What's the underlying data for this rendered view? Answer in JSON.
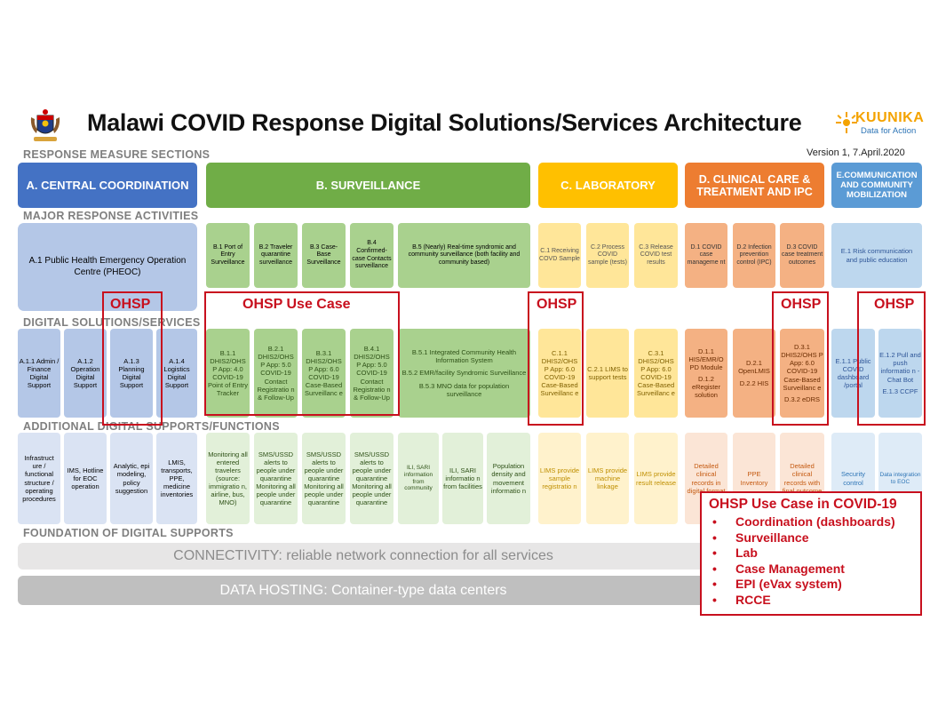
{
  "title": "Malawi COVID Response Digital Solutions/Services Architecture",
  "version": "Version 1, 7.April.2020",
  "logo": {
    "name": "KUUNIKA",
    "tagline": "Data for Action"
  },
  "sections": {
    "response": "RESPONSE MEASURE SECTIONS",
    "activities": "MAJOR RESPONSE ACTIVITIES",
    "digital": "DIGITAL SOLUTIONS/SERVICES",
    "additional": "ADDITIONAL DIGITAL SUPPORTS/FUNCTIONS",
    "foundation": "FOUNDATION OF DIGITAL SUPPORTS"
  },
  "headers": [
    {
      "label": "A. CENTRAL COORDINATION",
      "color": "#4472c4"
    },
    {
      "label": "B. SURVEILLANCE",
      "color": "#70ad47"
    },
    {
      "label": "C. LABORATORY",
      "color": "#ffc000"
    },
    {
      "label": "D. CLINICAL CARE & TREATMENT AND IPC",
      "color": "#ed7d31"
    },
    {
      "label": "E.COMMUNICATION AND COMMUNITY MOBILIZATION",
      "color": "#5b9bd5"
    }
  ],
  "activities": {
    "a1": "A.1 Public Health Emergency Operation Centre (PHEOC)",
    "b1": "B.1 Port of Entry Surveillance",
    "b2": "B.2 Traveler quarantine surveillance",
    "b3": "B.3 Case-Base Surveillance",
    "b4": "B.4 Confirmed-case Contacts surveillance",
    "b5": "B.5 (Nearly) Real-time syndromic and community surveillance (both facility and community based)",
    "c1": "C.1 Receiving COVD Sample",
    "c2": "C.2 Process COVID sample (tests)",
    "c3": "C.3 Release COVID test results",
    "d1": "D.1 COVID case manageme nt",
    "d2": "D.2 Infection prevention control (IPC)",
    "d3": "D.3 COVID case treatment outcomes",
    "e1": "E.1 Risk communication and public education"
  },
  "digital": {
    "a11": "A.1.1 Admin / Finance Digital Support",
    "a12": "A.1.2 Operation Digital Support",
    "a13": "A.1.3 Planning Digital Support",
    "a14": "A.1.4 Logistics Digital Support",
    "b11": "B.1.1 DHIS2/OHS P App: 4.0 COVID-19 Point of Entry Tracker",
    "b21": "B.2.1 DHIS2/OHS P App: 5.0 COVID-19 Contact Registratio n & Follow-Up",
    "b31": "B.3.1 DHIS2/OHS P App: 6.0 COVID-19 Case-Based Surveillanc e",
    "b41": "B.4.1 DHIS2/OHS P App: 5.0 COVID-19 Contact Registratio n & Follow-Up",
    "b51": "B.5.1 Integrated Community Health Information System",
    "b52": "B.5.2 EMR/facility Syndromic Surveillance",
    "b53": "B.5.3 MNO data for population surveillance",
    "c11": "C.1.1 DHIS2/OHS P App: 6.0 COVID-19 Case-Based Surveillanc e",
    "c21": "C.2.1 LIMS to support tests",
    "c31": "C.3.1 DHIS2/OHS P App: 6.0 COVID-19 Case-Based Surveillanc e",
    "d11": "D.1.1 HIS/EMR/O PD Module",
    "d12": "D.1.2 eRegister solution",
    "d21": "D.2.1 OpenLMIS",
    "d22": "D.2.2 HIS",
    "d31": "D.3.1 DHIS2/OHS P App: 6.0 COVID-19 Case-Based Surveillanc e",
    "d32": "D.3.2 eDRS",
    "e11": "E.1.1 Public COVID dashboard /portal",
    "e12": "E.1.2 Pull and push informatio n - Chat Bot",
    "e13": "E.1.3 CCPF"
  },
  "additional": {
    "a1": "Infrastruct ure / functional structure / operating procedures",
    "a2": "IMS, Hotline for EOC operation",
    "a3": "Analytic, epi modeling, policy suggestion",
    "a4": "LMIS, transports, PPE, medicine inventories",
    "b1": "Monitoring all entered travelers (source: immigratio n, airline, bus, MNO)",
    "b2": "SMS/USSD alerts to people under quarantine Monitoring all people under quarantine",
    "b3": "SMS/USSD alerts to people under quarantine Monitoring all people under quarantine",
    "b4": "SMS/USSD alerts to people under quarantine Monitoring all people under quarantine",
    "b5a": "ILI, SARI information from community",
    "b5b": "ILI, SARI informatio n from facilities",
    "b5c": "Population density and movement informatio n",
    "c1": "LIMS provide sample registratio n",
    "c2": "LIMS provide machine linkage",
    "c3": "LIMS provide result release",
    "d1": "Detailed clinical records in digital format",
    "d2": "PPE Inventory",
    "d3": "Detailed clinical records with final outcome",
    "e1": "Security control",
    "e2": "Data integration to EOC"
  },
  "foundation": {
    "connectivity": "CONNECTIVITY: reliable network connection for all services",
    "hosting": "DATA HOSTING: Container-type data centers"
  },
  "ohsp_labels": {
    "a": "OHSP",
    "b": "OHSP Use Case",
    "c": "OHSP",
    "d": "OHSP",
    "e": "OHSP"
  },
  "legend": {
    "title": "OHSP Use Case in COVID-19",
    "items": [
      "Coordination (dashboards)",
      "Surveillance",
      "Lab",
      "Case Management",
      "EPI (eVax system)",
      "RCCE"
    ]
  },
  "colors": {
    "blue": "#4472c4",
    "blue_light": "#b4c7e7",
    "blue_lighter": "#dae3f3",
    "green": "#70ad47",
    "green_light": "#a9d18e",
    "green_lighter": "#e2f0d9",
    "gold": "#ffc000",
    "gold_light": "#ffe699",
    "gold_lighter": "#fff2cc",
    "orange": "#ed7d31",
    "orange_light": "#f4b183",
    "orange_lighter": "#fbe5d6",
    "sky": "#5b9bd5",
    "sky_light": "#bdd7ee",
    "sky_lighter": "#deebf7",
    "highlight": "#c8101e"
  }
}
